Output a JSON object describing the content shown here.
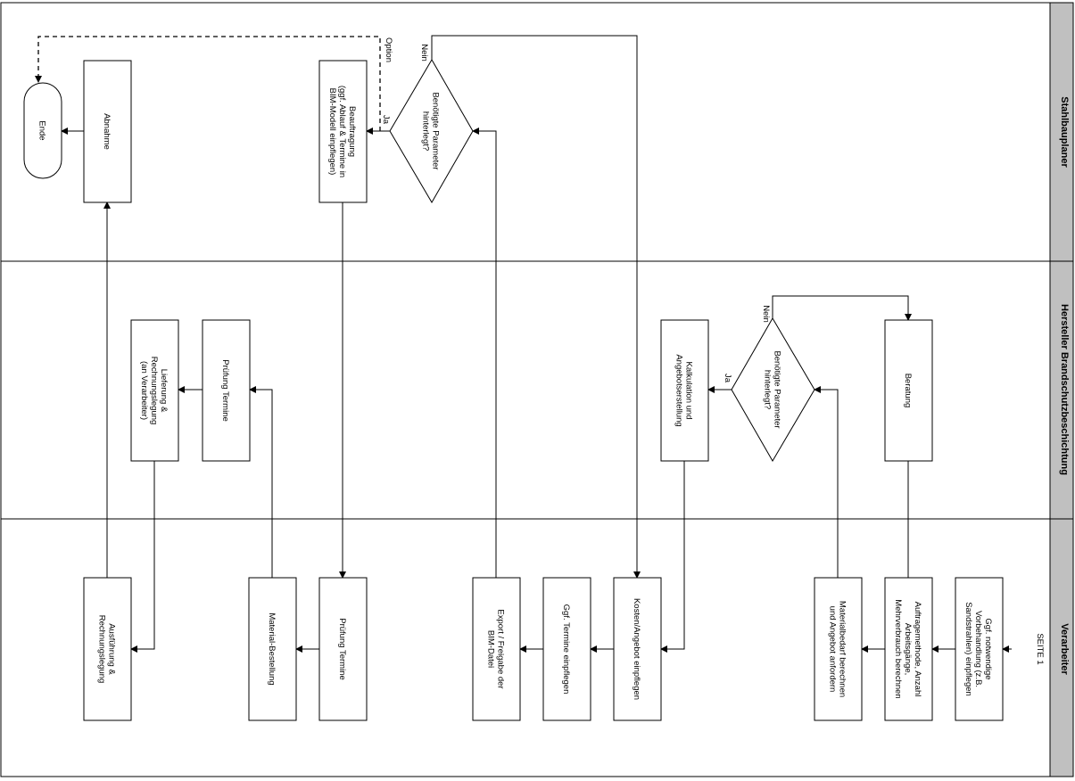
{
  "lanes": {
    "stahlbauplaner": "Stahlbauplaner",
    "hersteller": "Hersteller Brandschutzbeschichtung",
    "verarbeiter": "Verarbeiter"
  },
  "page_ref": "SEITE 1",
  "nodes": {
    "ggf_vorbehandlung": [
      "Ggf. notwendige",
      "Vorbehandlung (z.B.",
      "Sandstrahlen) einpflegen"
    ],
    "auftragemethode": [
      "Auftragemethode, Anzahl",
      "Arbeitsgänge,",
      "Mehrverbrauch berechnen"
    ],
    "materialbedarf": [
      "Materialbedarf berechnen",
      "und Angebot anfordern"
    ],
    "beratung": [
      "Beratung"
    ],
    "param_hersteller": [
      "Benötigte Parameter",
      "hinterlegt?"
    ],
    "kalkulation": [
      "Kalkulation und",
      "Angebotserstellung"
    ],
    "kosten_angebot": [
      "Kosten/Angebot einpflegen"
    ],
    "ggf_termine": [
      "Ggf. Termine einpflegen"
    ],
    "export": [
      "Export / Freigabe der",
      "BIM-Datei"
    ],
    "param_planer": [
      "Benötigte Parameter",
      "hinterlegt?"
    ],
    "beauftragung": [
      "Beauftragung",
      "(ggf. Ablauf & Termine in",
      "BIM-Modell einpflegen)"
    ],
    "pruefung_v": [
      "Prüfung Termine"
    ],
    "material_bestellung": [
      "Material-Bestellung"
    ],
    "pruefung_h": [
      "Prüfung Termine"
    ],
    "lieferung": [
      "Lieferung &",
      "Rechnungslegung",
      "(an Verarbeiter)"
    ],
    "ausfuehrung": [
      "Ausführung &",
      "Rechnungslegung"
    ],
    "abnahme": [
      "Abnahme"
    ],
    "ende": [
      "Ende"
    ]
  },
  "edge_labels": {
    "ja_hersteller": "Ja",
    "nein_hersteller": "Nein",
    "ja_planer": "Ja",
    "nein_planer": "Nein",
    "option": "Option"
  }
}
